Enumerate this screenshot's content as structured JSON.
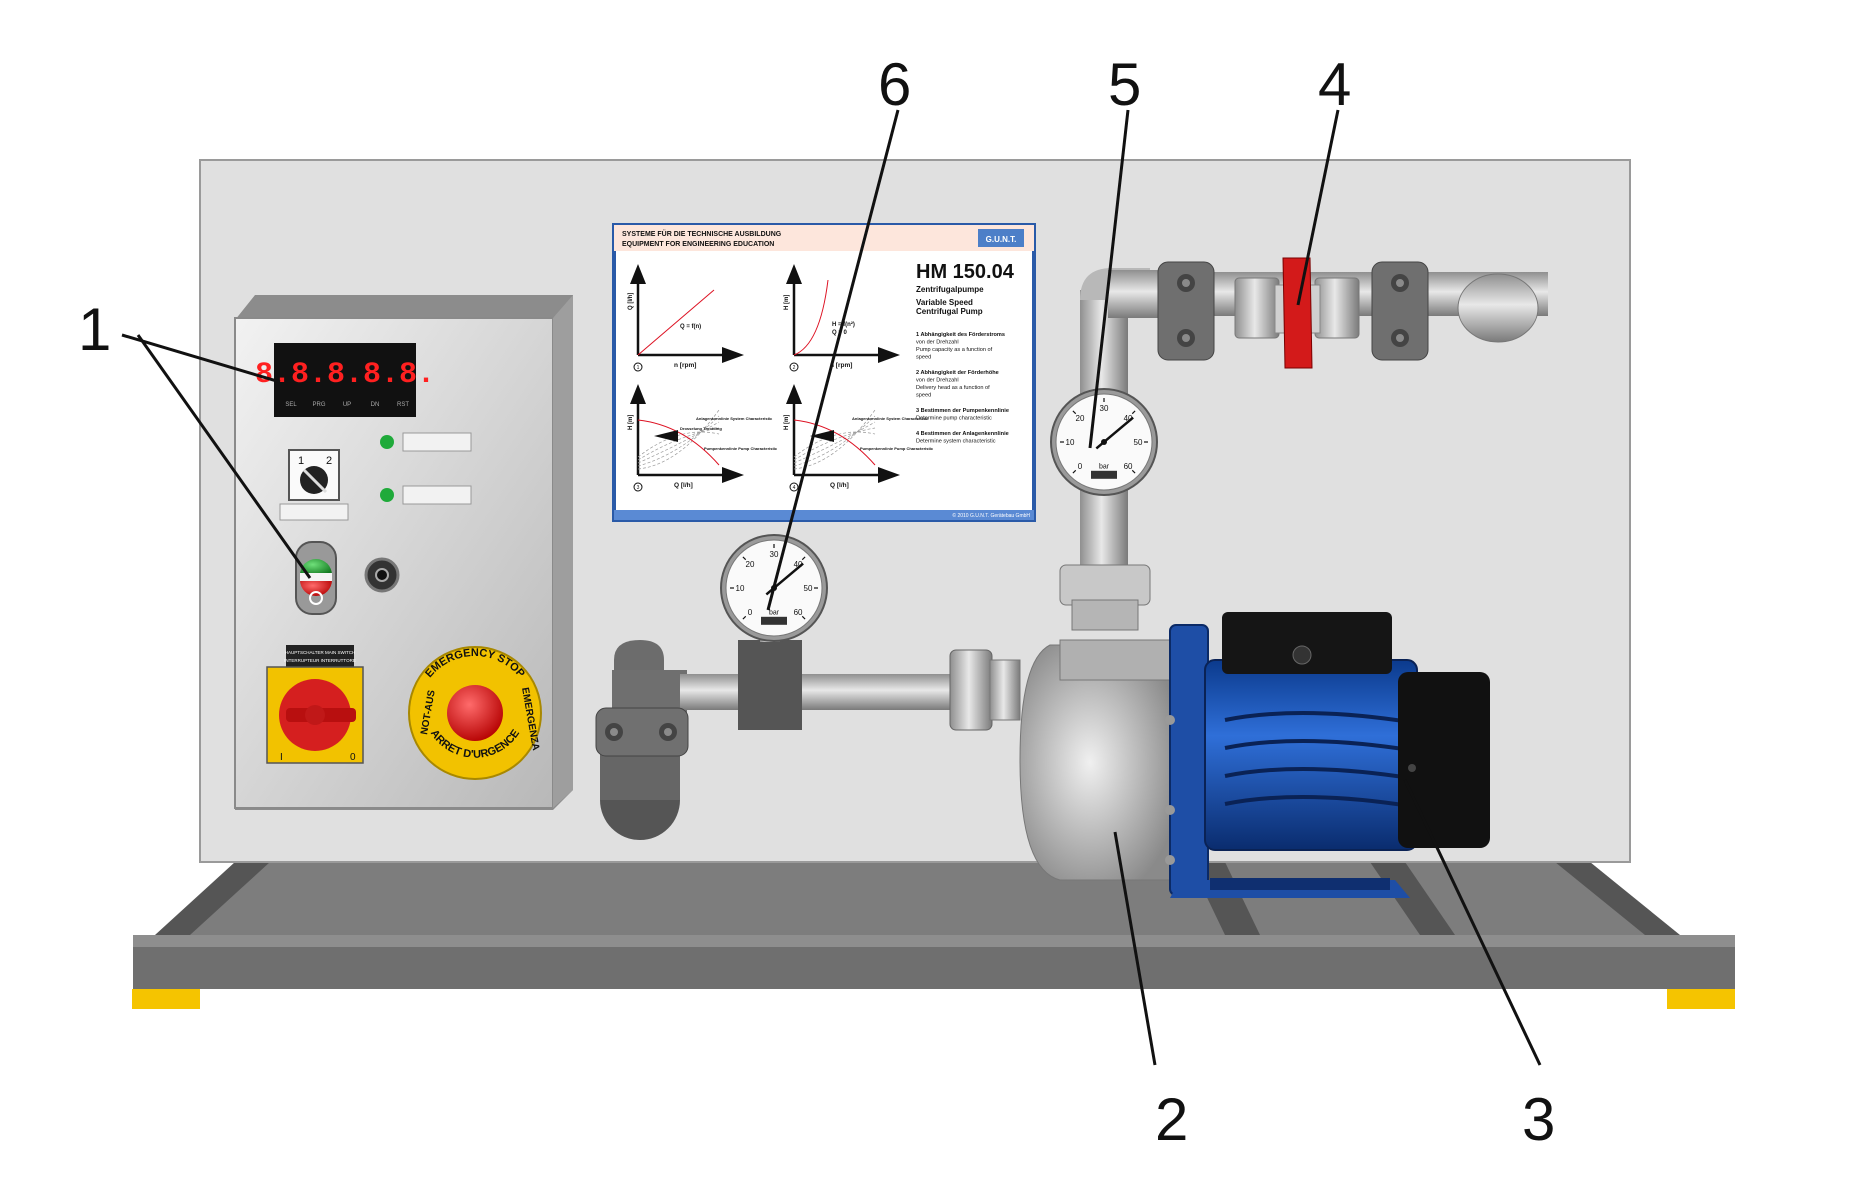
{
  "callouts": [
    "1",
    "2",
    "3",
    "4",
    "5",
    "6"
  ],
  "display": {
    "digits": "8.8.8.8.8.",
    "keys": [
      "SEL",
      "PRG",
      "UP",
      "DN",
      "RST"
    ]
  },
  "selector": {
    "pos1": "1",
    "pos2": "2"
  },
  "main_switch_label": "HAUPTSCHALTER MAIN SWITCH",
  "main_switch_label_line2": "INTERRUPTEUR INTERRUTTORE",
  "main_switch_marks": {
    "on": "I",
    "off": "0"
  },
  "estop": {
    "top": "EMERGENCY STOP",
    "left": "NOT-AUS",
    "right": "EMERGENZA",
    "bottom": "ARRET D'URGENCE"
  },
  "gauge": {
    "unit": "bar",
    "ticks": [
      "0",
      "10",
      "20",
      "30",
      "40",
      "50",
      "60"
    ]
  },
  "poster": {
    "header_line1": "SYSTEME FÜR DIE TECHNISCHE AUSBILDUNG",
    "header_line2": "EQUIPMENT FOR ENGINEERING EDUCATION",
    "logo": "G.U.N.T.",
    "model": "HM 150.04",
    "subtitle_de": "Zentrifugalpumpe",
    "subtitle_en1": "Variable Speed",
    "subtitle_en2": "Centrifugal Pump",
    "items": [
      {
        "num": "1",
        "de": "Abhängigkeit des Förderstroms",
        "de2": "von der Drehzahl",
        "en": "Pump capacity as a function of",
        "en2": "speed"
      },
      {
        "num": "2",
        "de": "Abhängigkeit der Förderhöhe",
        "de2": "von der Drehzahl",
        "en": "Delivery head as a function of",
        "en2": "speed"
      },
      {
        "num": "3",
        "de": "Bestimmen der Pumpenkennlinie",
        "de2": "",
        "en": "Determine pump characteristic",
        "en2": ""
      },
      {
        "num": "4",
        "de": "Bestimmen der Anlagenkennlinie",
        "de2": "",
        "en": "Determine system characteristic",
        "en2": ""
      }
    ],
    "charts": [
      {
        "num": "1",
        "ylabel": "Q [l/h]",
        "xlabel": "n [rpm]",
        "formula": "Q = f(n)",
        "formula2": ""
      },
      {
        "num": "2",
        "ylabel": "H [m]",
        "xlabel": "n [rpm]",
        "formula": "H = f(n²)",
        "formula2": "Q = 0"
      },
      {
        "num": "3",
        "ylabel": "H [m]",
        "xlabel": "Q [l/h]",
        "formula": "Anlagenkennlinie System Characteristic",
        "formula2": "Pumpenkennlinie Pump Characteristic"
      },
      {
        "num": "4",
        "ylabel": "H [m]",
        "xlabel": "Q [l/h]",
        "formula": "Anlagenkennlinie System Characteristic",
        "formula2": "Pumpenkennlinie Pump Characteristic"
      }
    ],
    "chart3_extra": "Drosselung Throttling",
    "footer": "© 2010 G.U.N.T. Gerätebau GmbH"
  }
}
